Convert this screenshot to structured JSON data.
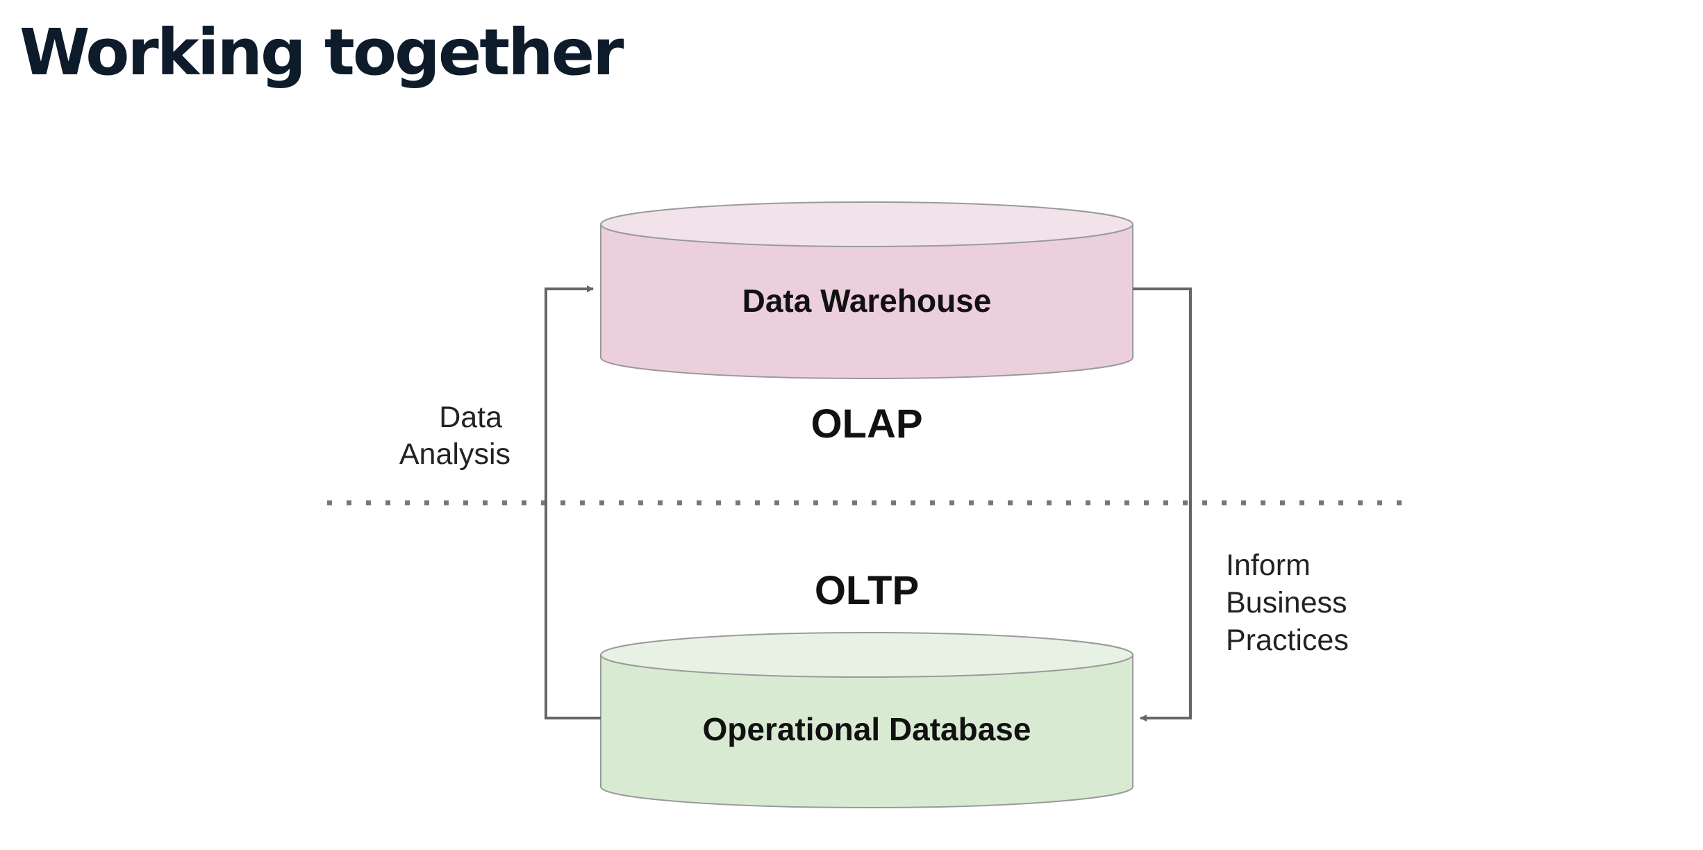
{
  "title": "Working together",
  "diagram": {
    "warehouse": {
      "label": "Data Warehouse",
      "fill": "#eccfdc",
      "top_fill": "#f2e3ea"
    },
    "operational": {
      "label": "Operational Database",
      "fill": "#d9ead3",
      "top_fill": "#e8f2e4"
    },
    "olap_label": "OLAP",
    "oltp_label": "OLTP",
    "left_flow": {
      "lines": [
        "Data",
        "Analysis"
      ]
    },
    "right_flow": {
      "lines": [
        "Inform",
        "Business",
        "Practices"
      ]
    },
    "line_color": "#666666",
    "separator_color": "#777777"
  }
}
